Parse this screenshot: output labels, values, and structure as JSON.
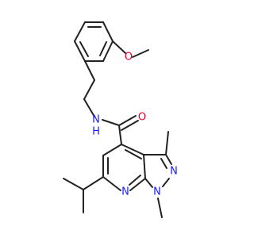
{
  "colors": {
    "bond": "#222222",
    "oxygen": "#e8002a",
    "nitrogen": "#1a1aff",
    "background": "#ffffff"
  },
  "labels": {
    "ether_oxygen": "O",
    "amide_nh": "N",
    "amide_h": "H",
    "carbonyl_oxygen": "O",
    "pyrazole_n2": "N",
    "pyrazole_n1": "N",
    "pyridine_n": "N"
  }
}
